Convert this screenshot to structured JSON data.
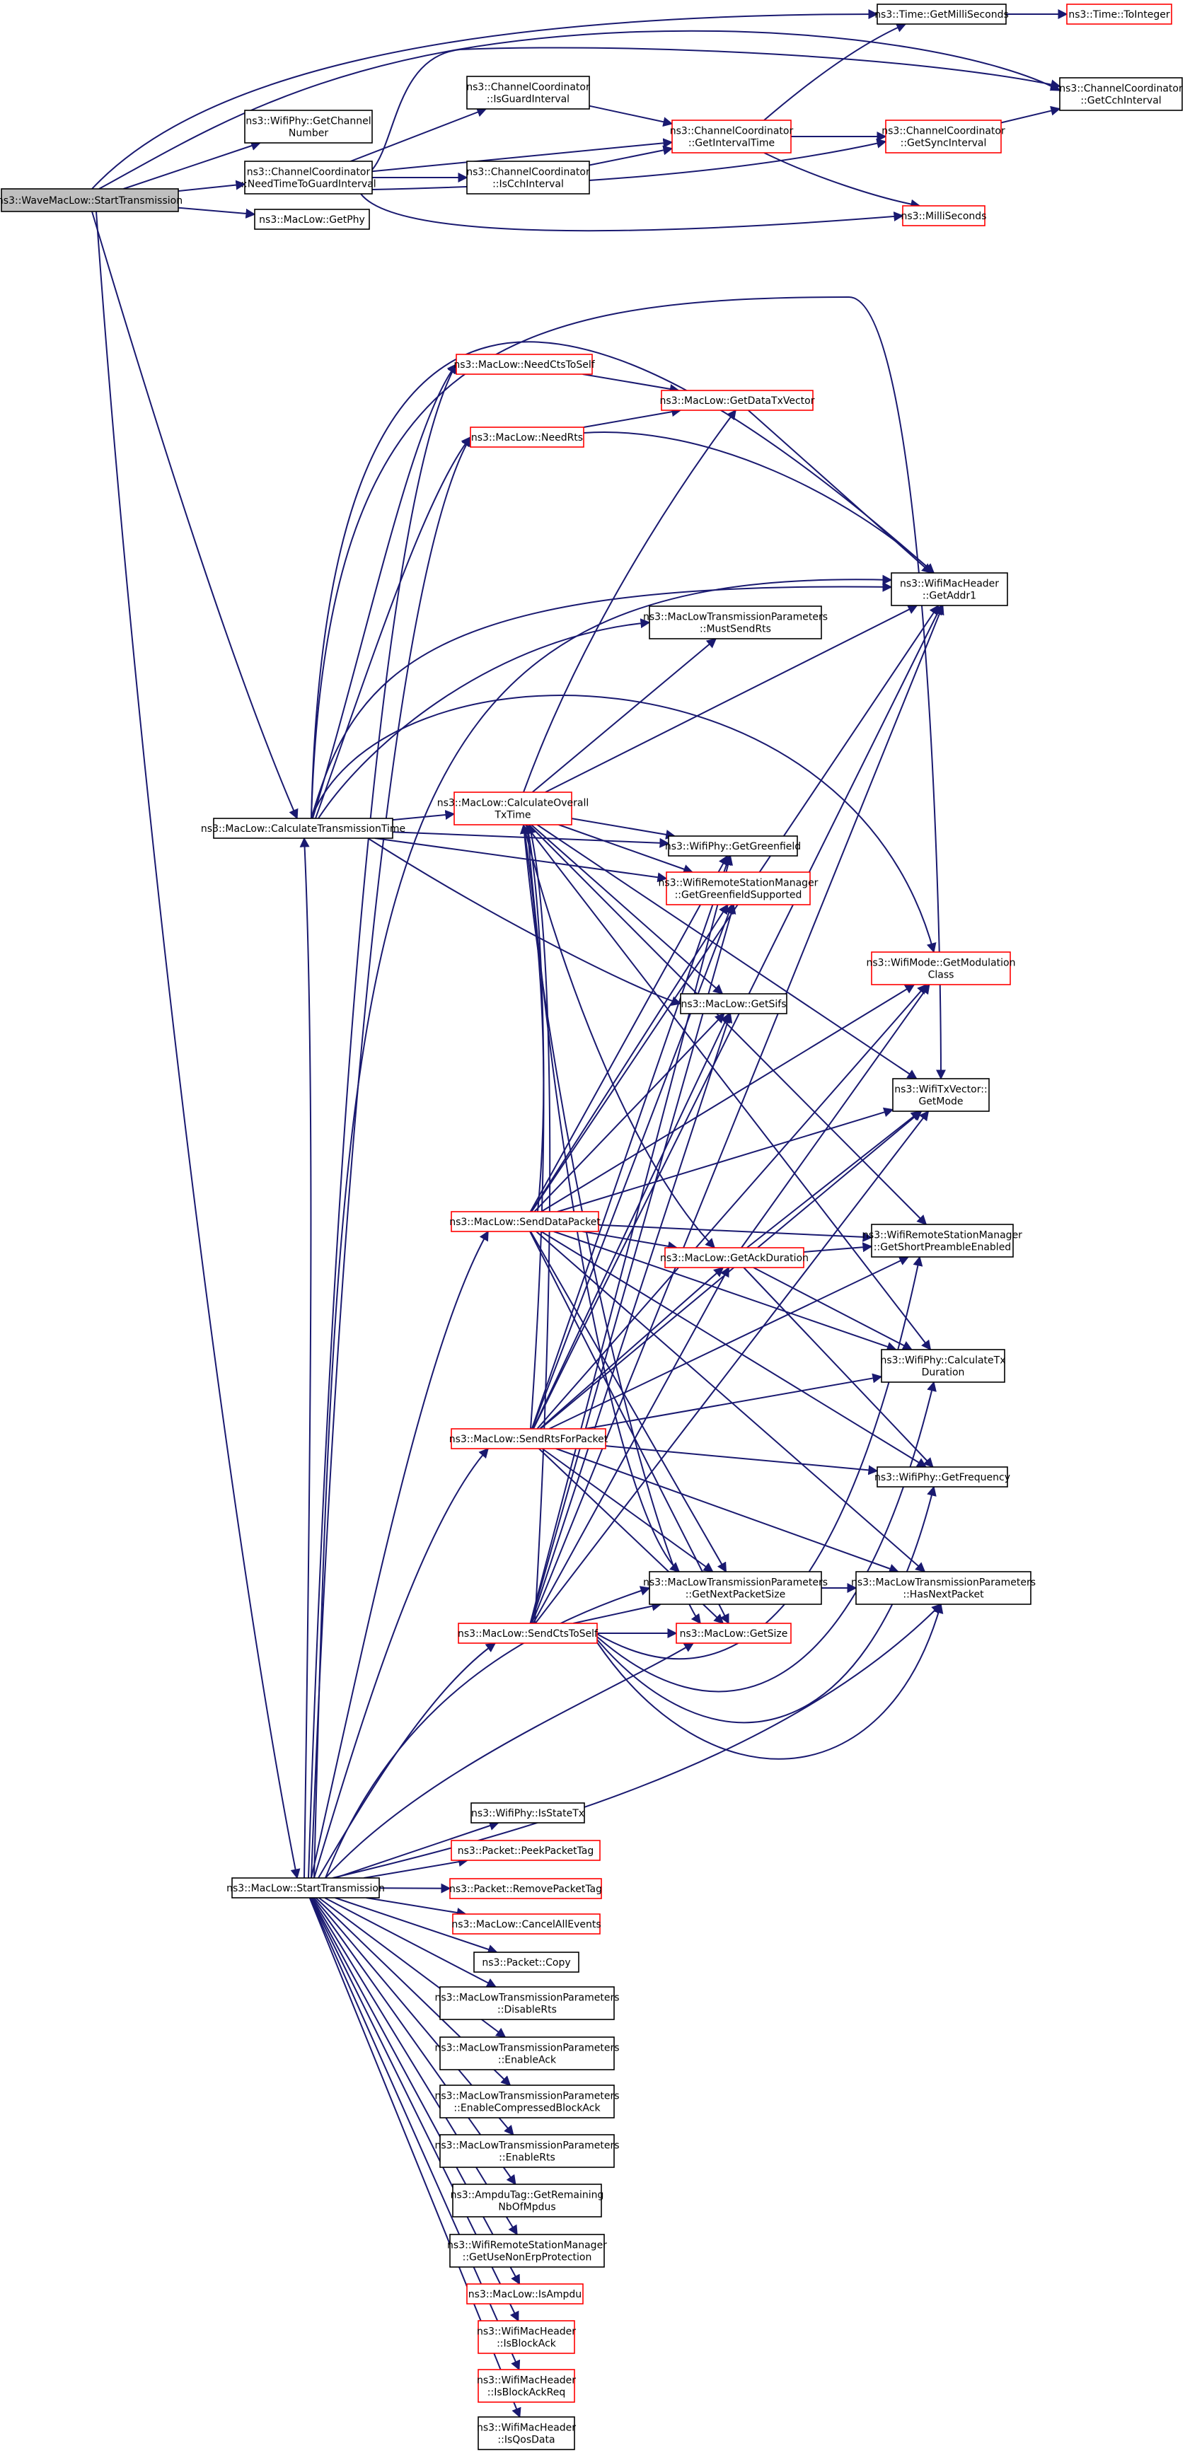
{
  "colors": {
    "edge": "#191970",
    "border_default": "#000000",
    "border_ref": "#ff0000",
    "fill_default": "#ffffff",
    "fill_root": "#bfbfbf"
  },
  "nodes": [
    {
      "id": "wave_start",
      "lines": [
        "ns3::WaveMacLow::StartTransmission"
      ],
      "style": "root"
    },
    {
      "id": "time_getms",
      "lines": [
        "ns3::Time::GetMilliSeconds"
      ],
      "style": "default"
    },
    {
      "id": "time_toint",
      "lines": [
        "ns3::Time::ToInteger"
      ],
      "style": "ref"
    },
    {
      "id": "cc_getcch",
      "lines": [
        "ns3::ChannelCoordinator",
        "::GetCchInterval"
      ],
      "style": "default"
    },
    {
      "id": "wifiphy_getchnum",
      "lines": [
        "ns3::WifiPhy::GetChannel",
        "Number"
      ],
      "style": "default"
    },
    {
      "id": "cc_isguard",
      "lines": [
        "ns3::ChannelCoordinator",
        "::IsGuardInterval"
      ],
      "style": "default"
    },
    {
      "id": "cc_getinterval",
      "lines": [
        "ns3::ChannelCoordinator",
        "::GetIntervalTime"
      ],
      "style": "ref"
    },
    {
      "id": "cc_getsync",
      "lines": [
        "ns3::ChannelCoordinator",
        "::GetSyncInterval"
      ],
      "style": "ref"
    },
    {
      "id": "cc_needtime",
      "lines": [
        "ns3::ChannelCoordinator",
        "::NeedTimeToGuardInterval"
      ],
      "style": "default"
    },
    {
      "id": "cc_iscch",
      "lines": [
        "ns3::ChannelCoordinator",
        "::IsCchInterval"
      ],
      "style": "default"
    },
    {
      "id": "milliseconds",
      "lines": [
        "ns3::MilliSeconds"
      ],
      "style": "ref"
    },
    {
      "id": "maclow_getphy",
      "lines": [
        "ns3::MacLow::GetPhy"
      ],
      "style": "default"
    },
    {
      "id": "needctstoself",
      "lines": [
        "ns3::MacLow::NeedCtsToSelf"
      ],
      "style": "ref"
    },
    {
      "id": "getdatatxvector",
      "lines": [
        "ns3::MacLow::GetDataTxVector"
      ],
      "style": "ref"
    },
    {
      "id": "needrts",
      "lines": [
        "ns3::MacLow::NeedRts"
      ],
      "style": "ref"
    },
    {
      "id": "getaddr1",
      "lines": [
        "ns3::WifiMacHeader",
        "::GetAddr1"
      ],
      "style": "default"
    },
    {
      "id": "mustsendrts",
      "lines": [
        "ns3::MacLowTransmissionParameters",
        "::MustSendRts"
      ],
      "style": "default"
    },
    {
      "id": "calctxtime",
      "lines": [
        "ns3::MacLow::CalculateTransmissionTime"
      ],
      "style": "default"
    },
    {
      "id": "calcoveralltx",
      "lines": [
        "ns3::MacLow::CalculateOverall",
        "TxTime"
      ],
      "style": "ref"
    },
    {
      "id": "getgreenfield",
      "lines": [
        "ns3::WifiPhy::GetGreenfield"
      ],
      "style": "default"
    },
    {
      "id": "gfsupported",
      "lines": [
        "ns3::WifiRemoteStationManager",
        "::GetGreenfieldSupported"
      ],
      "style": "ref"
    },
    {
      "id": "getmodclass",
      "lines": [
        "ns3::WifiMode::GetModulation",
        "Class"
      ],
      "style": "ref"
    },
    {
      "id": "getsifs",
      "lines": [
        "ns3::MacLow::GetSifs"
      ],
      "style": "default"
    },
    {
      "id": "txv_getmode",
      "lines": [
        "ns3::WifiTxVector::",
        "GetMode"
      ],
      "style": "default"
    },
    {
      "id": "senddatapacket",
      "lines": [
        "ns3::MacLow::SendDataPacket"
      ],
      "style": "ref"
    },
    {
      "id": "getackduration",
      "lines": [
        "ns3::MacLow::GetAckDuration"
      ],
      "style": "ref"
    },
    {
      "id": "shortpreamble",
      "lines": [
        "ns3::WifiRemoteStationManager",
        "::GetShortPreambleEnabled"
      ],
      "style": "default"
    },
    {
      "id": "calctxduration",
      "lines": [
        "ns3::WifiPhy::CalculateTx",
        "Duration"
      ],
      "style": "default"
    },
    {
      "id": "sendrtsforpacket",
      "lines": [
        "ns3::MacLow::SendRtsForPacket"
      ],
      "style": "ref"
    },
    {
      "id": "getfrequency",
      "lines": [
        "ns3::WifiPhy::GetFrequency"
      ],
      "style": "default"
    },
    {
      "id": "getnextpacketsize",
      "lines": [
        "ns3::MacLowTransmissionParameters",
        "::GetNextPacketSize"
      ],
      "style": "default"
    },
    {
      "id": "hasnextpacket",
      "lines": [
        "ns3::MacLowTransmissionParameters",
        "::HasNextPacket"
      ],
      "style": "default"
    },
    {
      "id": "sendctstoself",
      "lines": [
        "ns3::MacLow::SendCtsToSelf"
      ],
      "style": "ref"
    },
    {
      "id": "getsize",
      "lines": [
        "ns3::MacLow::GetSize"
      ],
      "style": "ref"
    },
    {
      "id": "isstatetx",
      "lines": [
        "ns3::WifiPhy::IsStateTx"
      ],
      "style": "default"
    },
    {
      "id": "peekpackettag",
      "lines": [
        "ns3::Packet::PeekPacketTag"
      ],
      "style": "ref"
    },
    {
      "id": "maclow_start",
      "lines": [
        "ns3::MacLow::StartTransmission"
      ],
      "style": "default"
    },
    {
      "id": "removepackettag",
      "lines": [
        "ns3::Packet::RemovePacketTag"
      ],
      "style": "ref"
    },
    {
      "id": "cancelallevents",
      "lines": [
        "ns3::MacLow::CancelAllEvents"
      ],
      "style": "ref"
    },
    {
      "id": "packet_copy",
      "lines": [
        "ns3::Packet::Copy"
      ],
      "style": "default"
    },
    {
      "id": "disablerts",
      "lines": [
        "ns3::MacLowTransmissionParameters",
        "::DisableRts"
      ],
      "style": "default"
    },
    {
      "id": "enableack",
      "lines": [
        "ns3::MacLowTransmissionParameters",
        "::EnableAck"
      ],
      "style": "default"
    },
    {
      "id": "enablecompressedblockack",
      "lines": [
        "ns3::MacLowTransmissionParameters",
        "::EnableCompressedBlockAck"
      ],
      "style": "default"
    },
    {
      "id": "enablerts",
      "lines": [
        "ns3::MacLowTransmissionParameters",
        "::EnableRts"
      ],
      "style": "default"
    },
    {
      "id": "ampdutag",
      "lines": [
        "ns3::AmpduTag::GetRemaining",
        "NbOfMpdus"
      ],
      "style": "default"
    },
    {
      "id": "nonerpprotection",
      "lines": [
        "ns3::WifiRemoteStationManager",
        "::GetUseNonErpProtection"
      ],
      "style": "default"
    },
    {
      "id": "isampdu",
      "lines": [
        "ns3::MacLow::IsAmpdu"
      ],
      "style": "ref"
    },
    {
      "id": "isblockack",
      "lines": [
        "ns3::WifiMacHeader",
        "::IsBlockAck"
      ],
      "style": "ref"
    },
    {
      "id": "isblockackreq",
      "lines": [
        "ns3::WifiMacHeader",
        "::IsBlockAckReq"
      ],
      "style": "ref"
    },
    {
      "id": "isqosdata",
      "lines": [
        "ns3::WifiMacHeader",
        "::IsQosData"
      ],
      "style": "default"
    }
  ]
}
